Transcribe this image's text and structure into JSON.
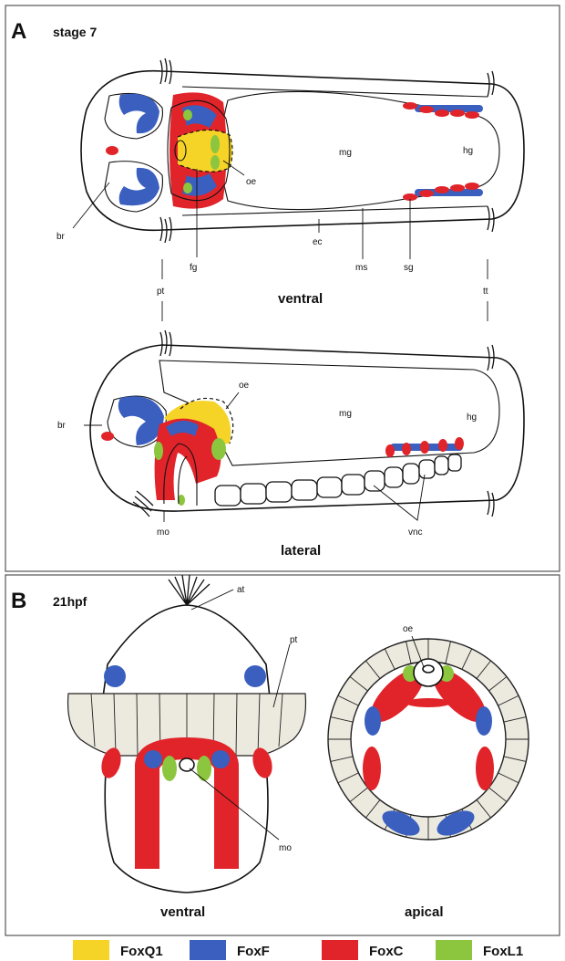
{
  "colors": {
    "FoxQ1": "#f5d327",
    "FoxF": "#3a5fbf",
    "FoxC": "#e0242a",
    "FoxL1": "#8cc63f",
    "prototroch": "#ece9df"
  },
  "panel_a": {
    "label": "A",
    "stage": "stage 7",
    "ventral_title": "ventral",
    "lateral_title": "lateral",
    "labels": {
      "br": "br",
      "fg": "fg",
      "oe": "oe",
      "mg": "mg",
      "hg": "hg",
      "ec": "ec",
      "ms": "ms",
      "sg": "sg",
      "pt": "pt",
      "tt": "tt",
      "mo": "mo",
      "vnc": "vnc"
    }
  },
  "panel_b": {
    "label": "B",
    "stage": "21hpf",
    "ventral_title": "ventral",
    "apical_title": "apical",
    "labels": {
      "at": "at",
      "pt": "pt",
      "oe": "oe",
      "mo": "mo"
    }
  },
  "legend": [
    {
      "name": "FoxQ1",
      "color": "#f5d327"
    },
    {
      "name": "FoxF",
      "color": "#3a5fbf"
    },
    {
      "name": "FoxC",
      "color": "#e0242a"
    },
    {
      "name": "FoxL1",
      "color": "#8cc63f"
    }
  ]
}
